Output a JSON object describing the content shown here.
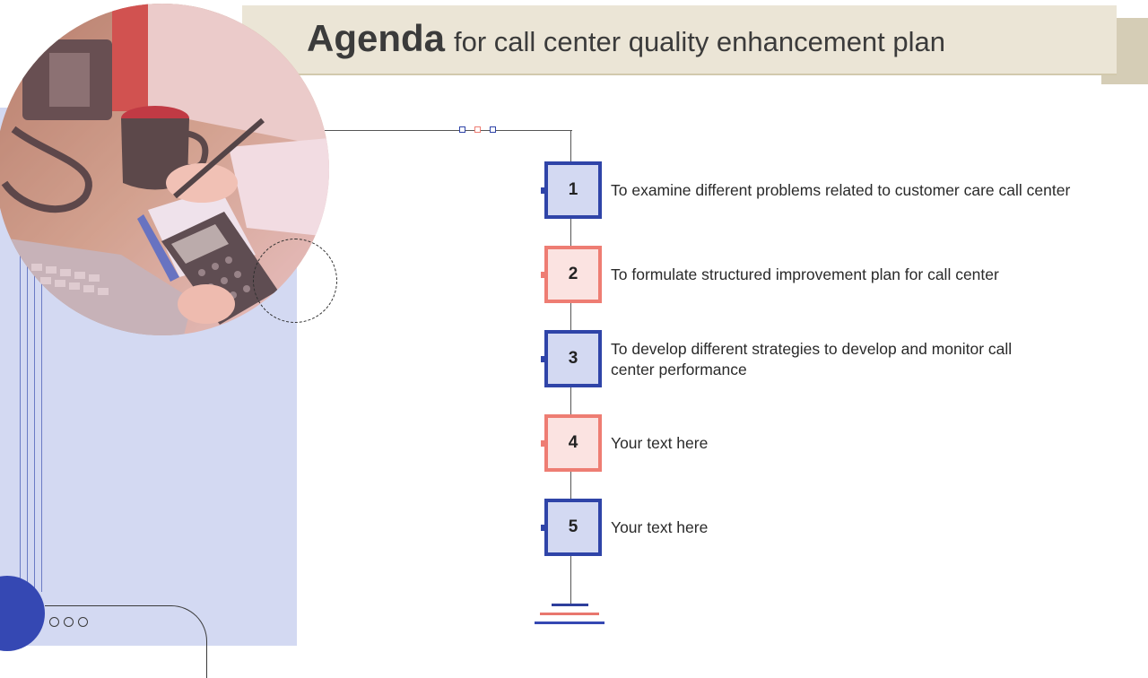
{
  "title": {
    "bold": "Agenda",
    "rest": "for call center quality enhancement plan"
  },
  "colors": {
    "blue_accent": "#2f44a8",
    "red_accent": "#ee7d73",
    "panel": "#d3d9f2",
    "banner": "#ebe5d6"
  },
  "photo": {
    "description_icon": "office-desk-calculator-photo"
  },
  "steps": [
    {
      "number": "1",
      "text": "To examine different problems related to customer care call center"
    },
    {
      "number": "2",
      "text": "To formulate structured improvement plan for call center"
    },
    {
      "number": "3",
      "text": "To develop different strategies to develop and monitor call center performance"
    },
    {
      "number": "4",
      "text": "Your text here"
    },
    {
      "number": "5",
      "text": "Your text here"
    }
  ]
}
